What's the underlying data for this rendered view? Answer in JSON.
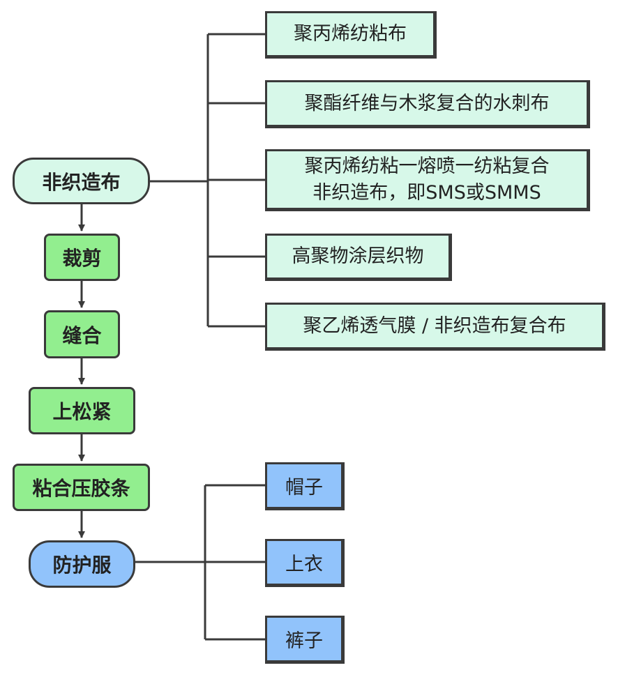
{
  "flow": {
    "start": "非织造布",
    "steps": [
      "裁剪",
      "缝合",
      "上松紧",
      "粘合压胶条"
    ],
    "end": "防护服"
  },
  "materials": [
    "聚丙烯纺粘布",
    "聚酯纤维与木浆复合的水刺布",
    "聚丙烯纺粘一熔喷一纺粘复合非织造布，即SMS或SMMS",
    "高聚物涂层织物",
    "聚乙烯透气膜 / 非织造布复合布"
  ],
  "material_lines": {
    "line1": "聚丙烯纺粘一熔喷一纺粘复合",
    "line2": "非织造布，即SMS或SMMS"
  },
  "garments": [
    "帽子",
    "上衣",
    "裤子"
  ]
}
